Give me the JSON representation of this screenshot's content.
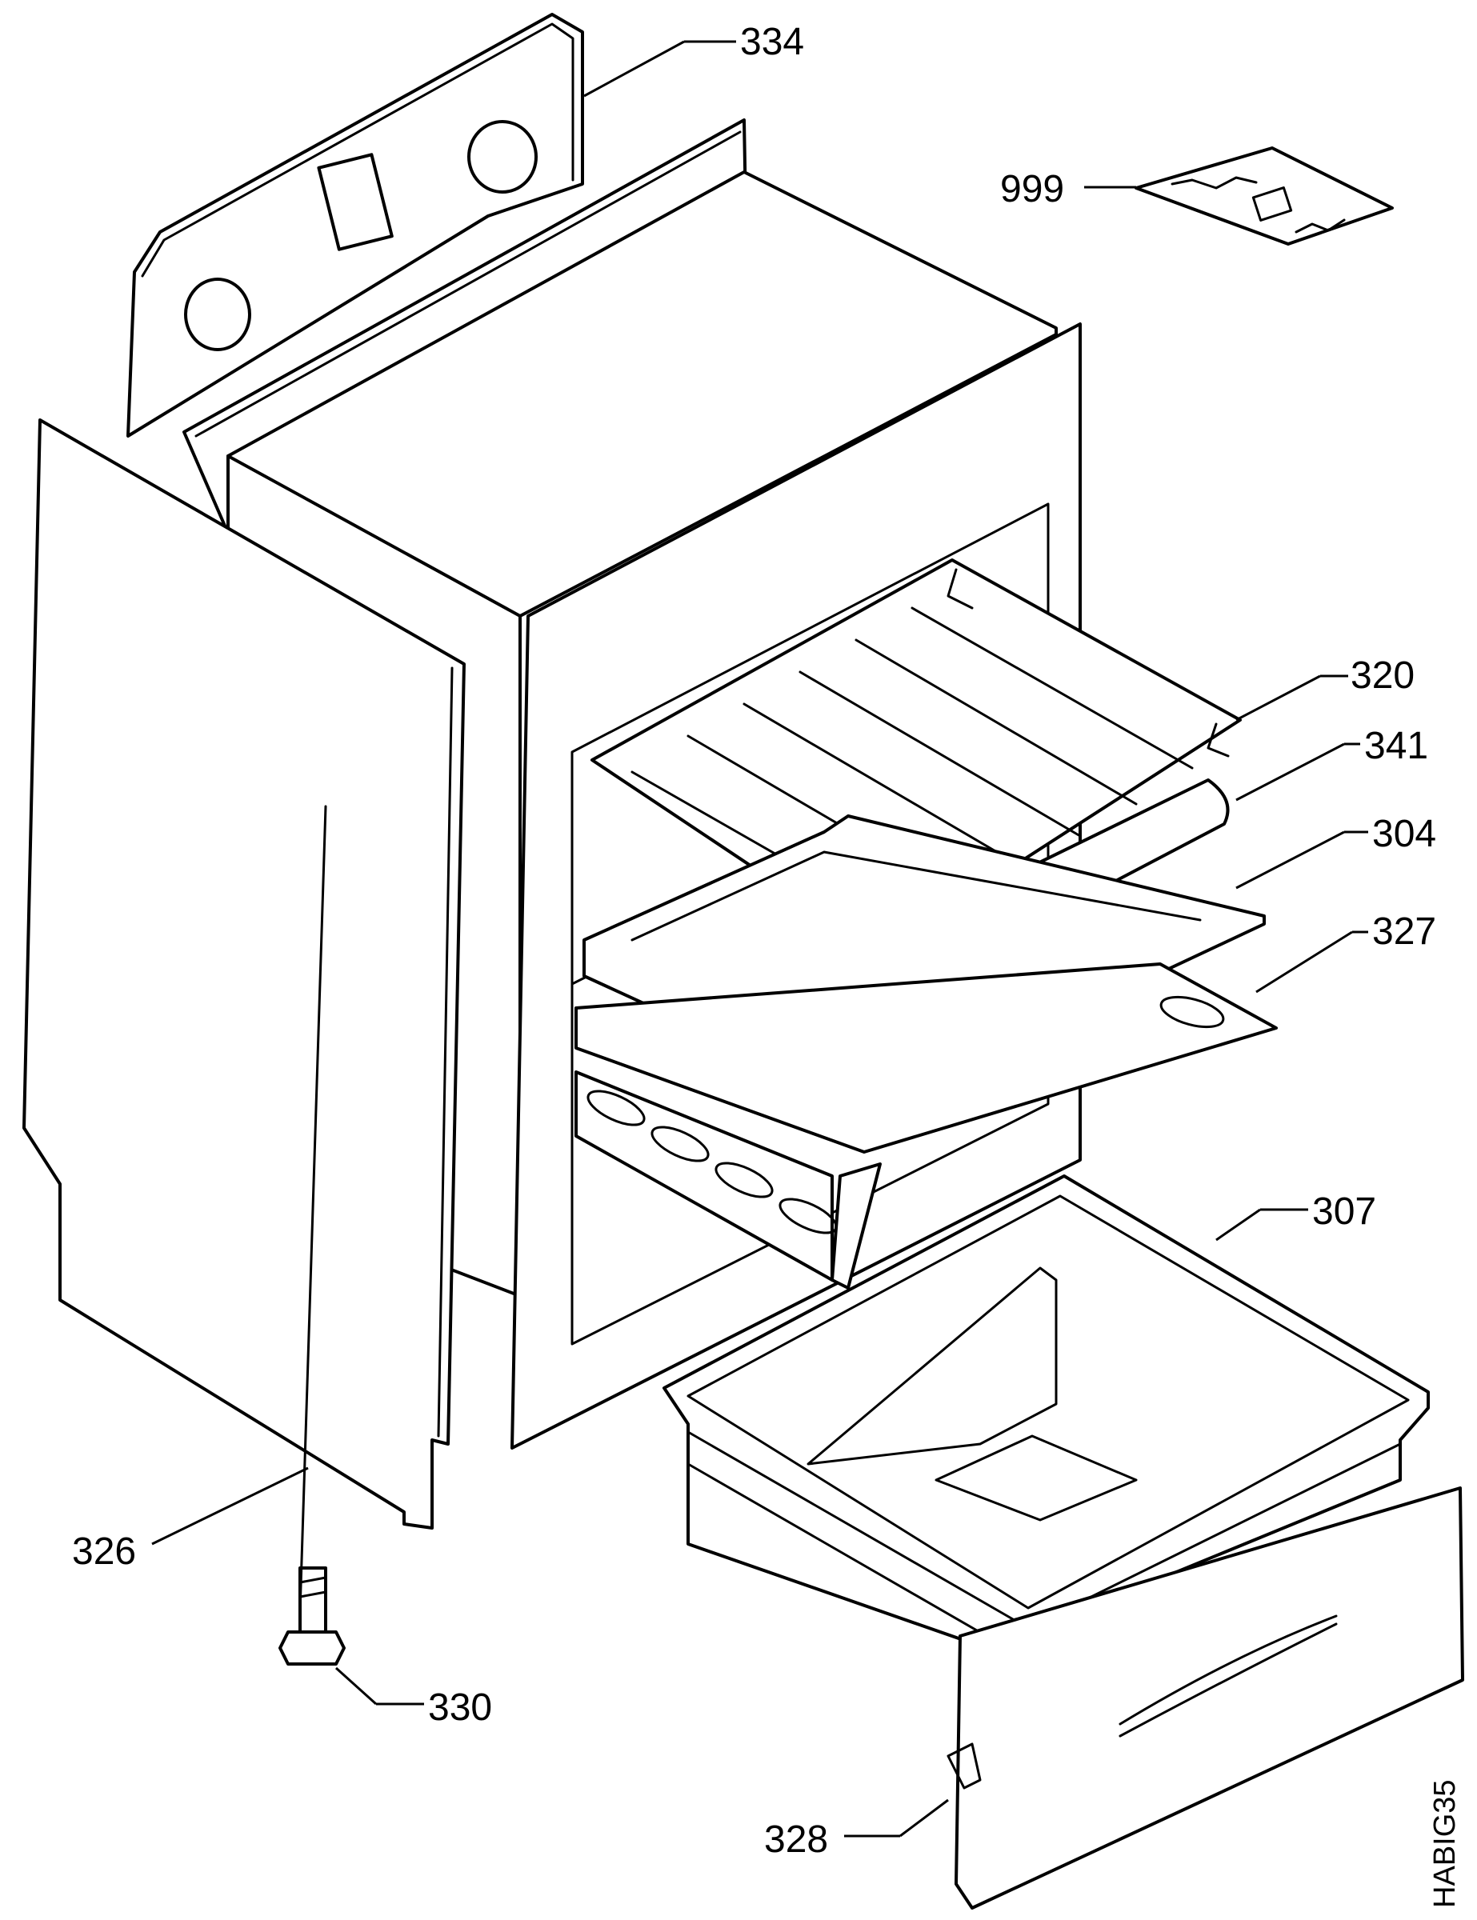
{
  "callouts": [
    {
      "id": "back-panel",
      "label": "334"
    },
    {
      "id": "manual",
      "label": "999"
    },
    {
      "id": "shelf",
      "label": "320"
    },
    {
      "id": "rack",
      "label": "341"
    },
    {
      "id": "tray",
      "label": "304"
    },
    {
      "id": "plate",
      "label": "327"
    },
    {
      "id": "drawer-box",
      "label": "307"
    },
    {
      "id": "side-panel",
      "label": "326"
    },
    {
      "id": "foot-screw",
      "label": "330"
    },
    {
      "id": "drawer-front",
      "label": "328"
    }
  ],
  "drawing_code": "HABIG35",
  "colors": {
    "line": "#000000",
    "background": "#ffffff"
  }
}
